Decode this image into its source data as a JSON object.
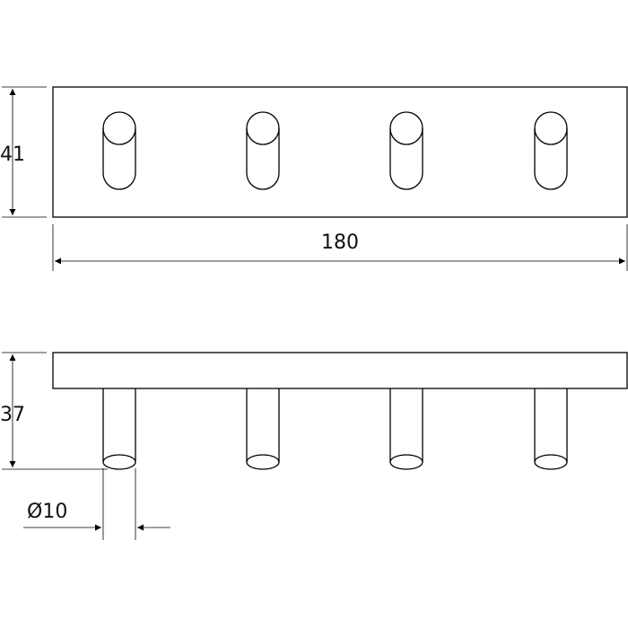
{
  "drawing": {
    "line_color": "#000000",
    "background": "#ffffff",
    "dimensions": {
      "height_top": "41",
      "length": "180",
      "height_side": "37",
      "hook_diameter": "Ø10"
    },
    "hook_count": 4
  }
}
